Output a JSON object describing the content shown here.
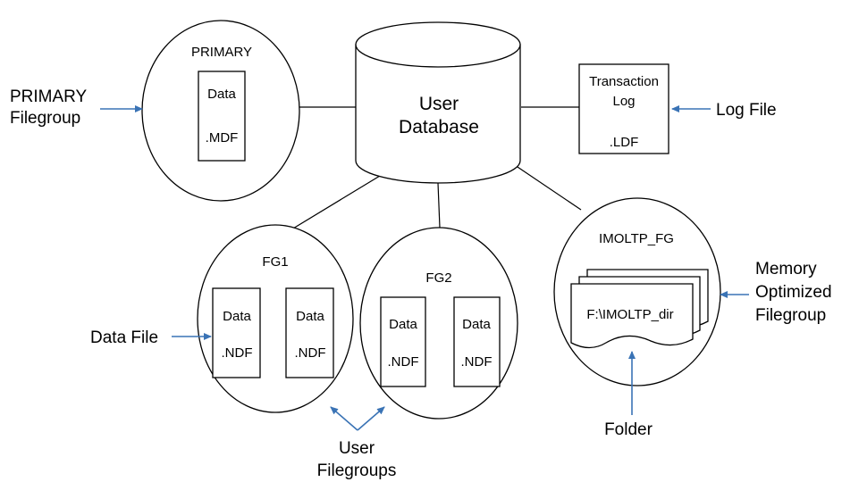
{
  "primary_filegroup": {
    "title": "PRIMARY",
    "file_line1": "Data",
    "file_line2": ".MDF"
  },
  "user_database": {
    "line1": "User",
    "line2": "Database"
  },
  "transaction_log": {
    "line1": "Transaction",
    "line2": "Log",
    "line3": ".LDF"
  },
  "fg1": {
    "title": "FG1",
    "files": [
      {
        "line1": "Data",
        "line2": ".NDF"
      },
      {
        "line1": "Data",
        "line2": ".NDF"
      }
    ]
  },
  "fg2": {
    "title": "FG2",
    "files": [
      {
        "line1": "Data",
        "line2": ".NDF"
      },
      {
        "line1": "Data",
        "line2": ".NDF"
      }
    ]
  },
  "imoltp": {
    "title": "IMOLTP_FG",
    "folder": "F:\\IMOLTP_dir"
  },
  "callouts": {
    "primary_line1": "PRIMARY",
    "primary_line2": "Filegroup",
    "log_file": "Log File",
    "data_file": "Data File",
    "memory_line1": "Memory",
    "memory_line2": "Optimized",
    "memory_line3": "Filegroup",
    "folder": "Folder",
    "user_fg_line1": "User",
    "user_fg_line2": "Filegroups"
  },
  "colors": {
    "arrow": "#3a73b5",
    "outline": "#000000"
  }
}
